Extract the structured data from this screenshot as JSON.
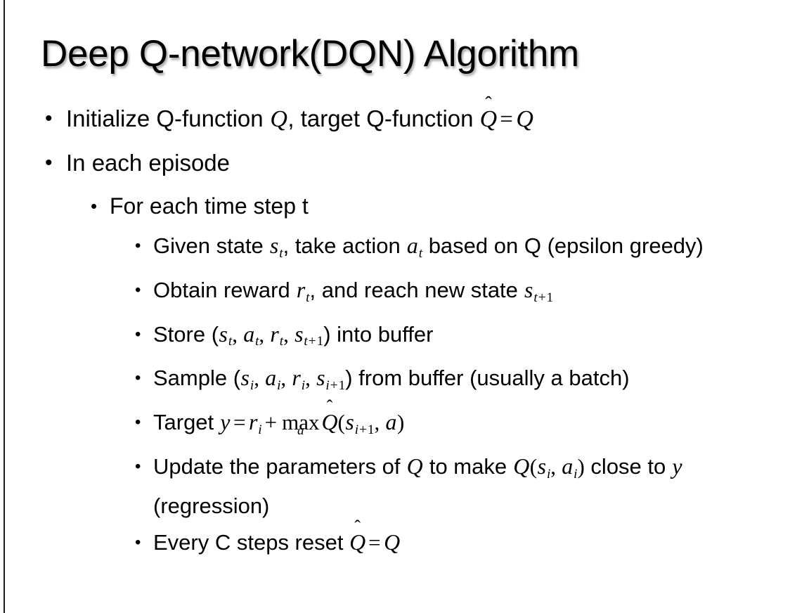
{
  "slide": {
    "title": "Deep Q-network(DQN) Algorithm",
    "background_color": "#ffffff",
    "text_color": "#000000",
    "accent_rule_color": "#1a1a1a",
    "bullet_glyph": "•"
  },
  "content": {
    "l1_initialize": {
      "pre": "Initialize Q-function ",
      "q1": "Q",
      "comma": ", target Q-function ",
      "qhat": "Q",
      "hat": "̂",
      "eq": "=",
      "q2": "Q"
    },
    "l1_episode": {
      "text": "In each episode"
    },
    "l2_timestep": {
      "text": "For each time step t"
    },
    "l3_given": {
      "pre": "Given state ",
      "s": "s",
      "s_sub": "t",
      "mid": ", take action ",
      "a": "a",
      "a_sub": "t",
      "post": " based on Q (epsilon greedy)"
    },
    "l3_obtain": {
      "pre": "Obtain reward ",
      "r": "r",
      "r_sub": "t",
      "mid": ", and reach new state ",
      "s": "s",
      "s_sub_var": "t",
      "s_sub_plus": "+",
      "s_sub_num": "1"
    },
    "l3_store": {
      "pre": "Store (",
      "s1": "s",
      "s1_sub": "t",
      "c1": ", ",
      "a1": "a",
      "a1_sub": "t",
      "c2": ", ",
      "r1": "r",
      "r1_sub": "t",
      "c3": ", ",
      "s2": "s",
      "s2_sub_var": "t",
      "s2_sub_plus": "+",
      "s2_sub_num": "1",
      "post": ") into buffer"
    },
    "l3_sample": {
      "pre": "Sample (",
      "s1": "s",
      "s1_sub": "i",
      "c1": ", ",
      "a1": "a",
      "a1_sub": "i",
      "c2": ", ",
      "r1": "r",
      "r1_sub": "i",
      "c3": ", ",
      "s2": "s",
      "s2_sub_var": "i",
      "s2_sub_plus": "+",
      "s2_sub_num": "1",
      "post": ") from buffer (usually a batch)"
    },
    "l3_target": {
      "pre": "Target ",
      "y": "y",
      "eq": "=",
      "r": "r",
      "r_sub": "i",
      "plus": "+",
      "max_op": "max",
      "max_under": "a",
      "qhat": "Q",
      "hat": "̂",
      "open": "(",
      "s": "s",
      "s_sub_var": "i",
      "s_sub_plus": "+",
      "s_sub_num": "1",
      "comma": ", ",
      "a": "a",
      "close": ")"
    },
    "l3_update": {
      "pre": "Update the parameters of ",
      "q1": "Q",
      "mid": " to make ",
      "q2": "Q",
      "open": "(",
      "s": "s",
      "s_sub": "i",
      "comma": ", ",
      "a": "a",
      "a_sub": "i",
      "close": ")",
      "post": " close to ",
      "y": "y",
      "tail": " (regression)"
    },
    "l3_reset": {
      "pre": "Every C steps reset ",
      "qhat": "Q",
      "hat": "̂",
      "eq": "=",
      "q": "Q"
    }
  }
}
